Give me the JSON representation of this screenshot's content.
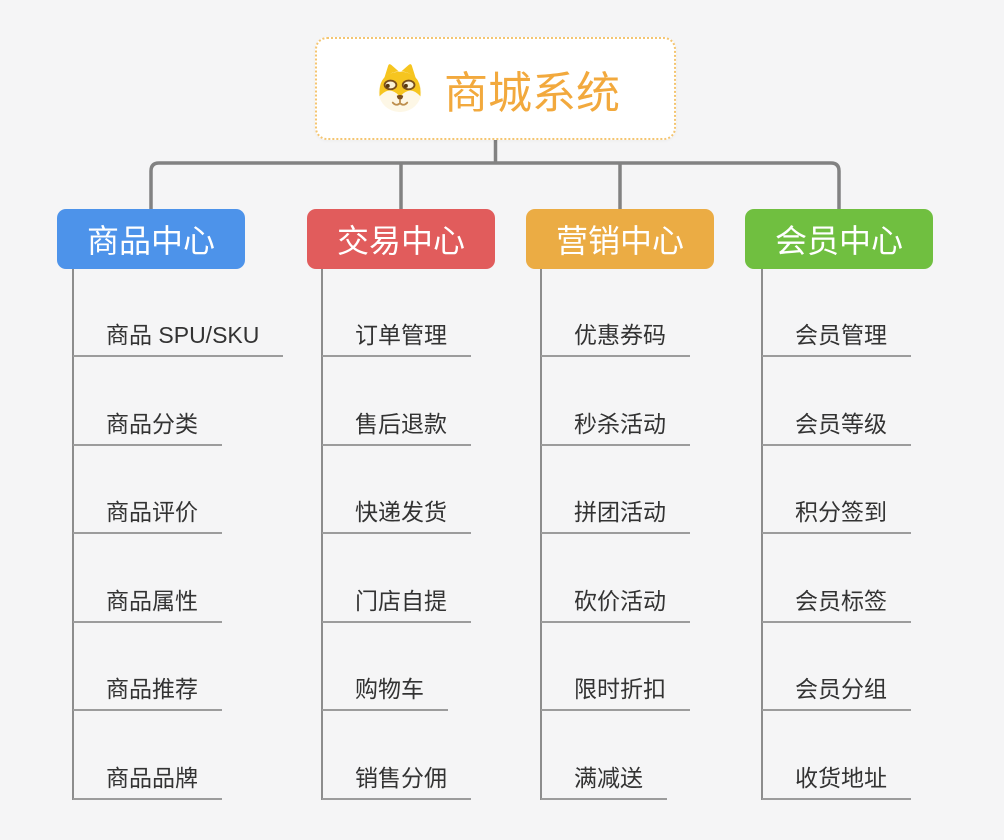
{
  "root": {
    "label": "商城系统",
    "icon": "dog-icon"
  },
  "branches": [
    {
      "label": "商品中心",
      "color": "#4d93ea",
      "items": [
        "商品 SPU/SKU",
        "商品分类",
        "商品评价",
        "商品属性",
        "商品推荐",
        "商品品牌"
      ]
    },
    {
      "label": "交易中心",
      "color": "#e15c5c",
      "items": [
        "订单管理",
        "售后退款",
        "快递发货",
        "门店自提",
        "购物车",
        "销售分佣"
      ]
    },
    {
      "label": "营销中心",
      "color": "#ebac44",
      "items": [
        "优惠券码",
        "秒杀活动",
        "拼团活动",
        "砍价活动",
        "限时折扣",
        "满减送"
      ]
    },
    {
      "label": "会员中心",
      "color": "#70bf40",
      "items": [
        "会员管理",
        "会员等级",
        "积分签到",
        "会员标签",
        "会员分组",
        "收货地址"
      ]
    }
  ],
  "colors": {
    "root_text": "#f2a93d",
    "root_border": "#f4c571",
    "connector": "#828282",
    "column_line": "#8d8d8d",
    "item_underline": "#9c9c9c",
    "item_text": "#333333",
    "background": "#f5f5f6"
  }
}
